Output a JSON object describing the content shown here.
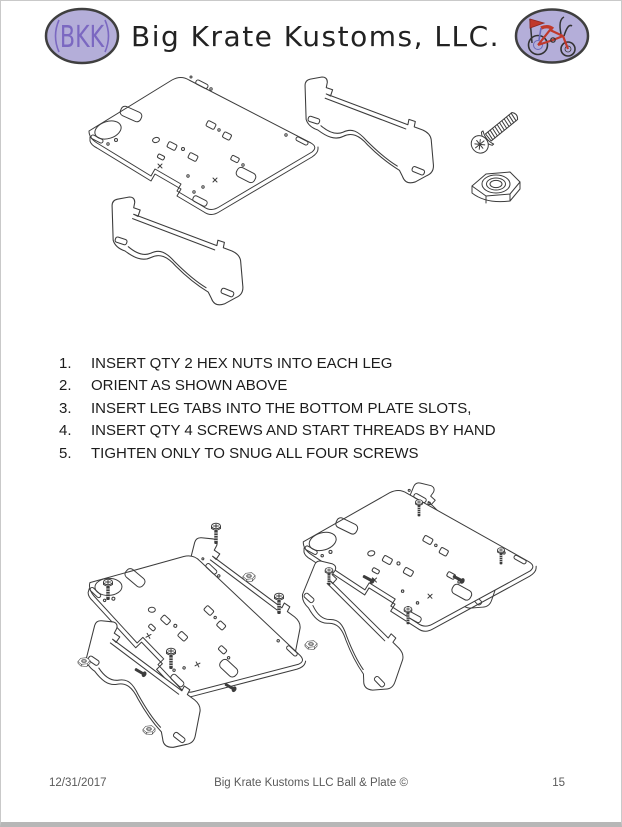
{
  "header": {
    "logo_badge": {
      "text": "BKK",
      "fill_color": "#b4aed9",
      "text_color": "#7b68c1",
      "border_color": "#3f3f3f"
    },
    "title": "Big Krate Kustoms, LLC.",
    "bike_badge": {
      "fill_color": "#b4aed9",
      "bike_color": "#c0392b",
      "border_color": "#3f3f3f"
    }
  },
  "figures": {
    "line_color": "#3c3c3c"
  },
  "instructions": {
    "items": [
      {
        "number": "1.",
        "text": "INSERT QTY 2 HEX NUTS INTO EACH LEG"
      },
      {
        "number": "2.",
        "text": "ORIENT AS SHOWN ABOVE"
      },
      {
        "number": "3.",
        "text": "INSERT LEG TABS INTO THE BOTTOM PLATE SLOTS,"
      },
      {
        "number": "4.",
        "text": "INSERT QTY 4 SCREWS AND START THREADS BY HAND"
      },
      {
        "number": "5.",
        "text": "TIGHTEN ONLY TO SNUG ALL FOUR SCREWS"
      }
    ]
  },
  "footer": {
    "date": "12/31/2017",
    "doc_title": "Big Krate Kustoms LLC Ball & Plate ©",
    "page_number": "15"
  }
}
